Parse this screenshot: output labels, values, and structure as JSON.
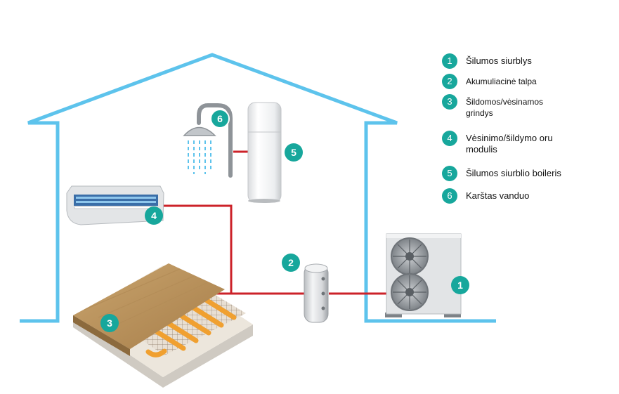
{
  "legend": {
    "items": [
      {
        "num": "1",
        "label": "Šilumos siurblys"
      },
      {
        "num": "2",
        "label": "Akumuliacinė talpa"
      },
      {
        "num": "3",
        "label": "Šildomos/vėsinamos grindys"
      },
      {
        "num": "4",
        "label": "Vėsinimo/šildymo oru modulis"
      },
      {
        "num": "5",
        "label": "Šilumos siurblio boileris"
      },
      {
        "num": "6",
        "label": "Karštas vanduo"
      }
    ]
  },
  "markers": {
    "heat_pump": "1",
    "buffer_tank": "2",
    "floor": "3",
    "air_unit": "4",
    "boiler": "5",
    "hot_water": "6"
  },
  "colors": {
    "house_outline": "#5dc3ec",
    "pipe": "#cc2229",
    "badge": "#17a79c"
  },
  "icons": {
    "heat_pump": "heat-pump-icon",
    "buffer_tank": "buffer-tank-icon",
    "floor": "heated-floor-icon",
    "air_unit": "air-conditioner-icon",
    "boiler": "water-boiler-icon",
    "shower": "shower-icon"
  }
}
